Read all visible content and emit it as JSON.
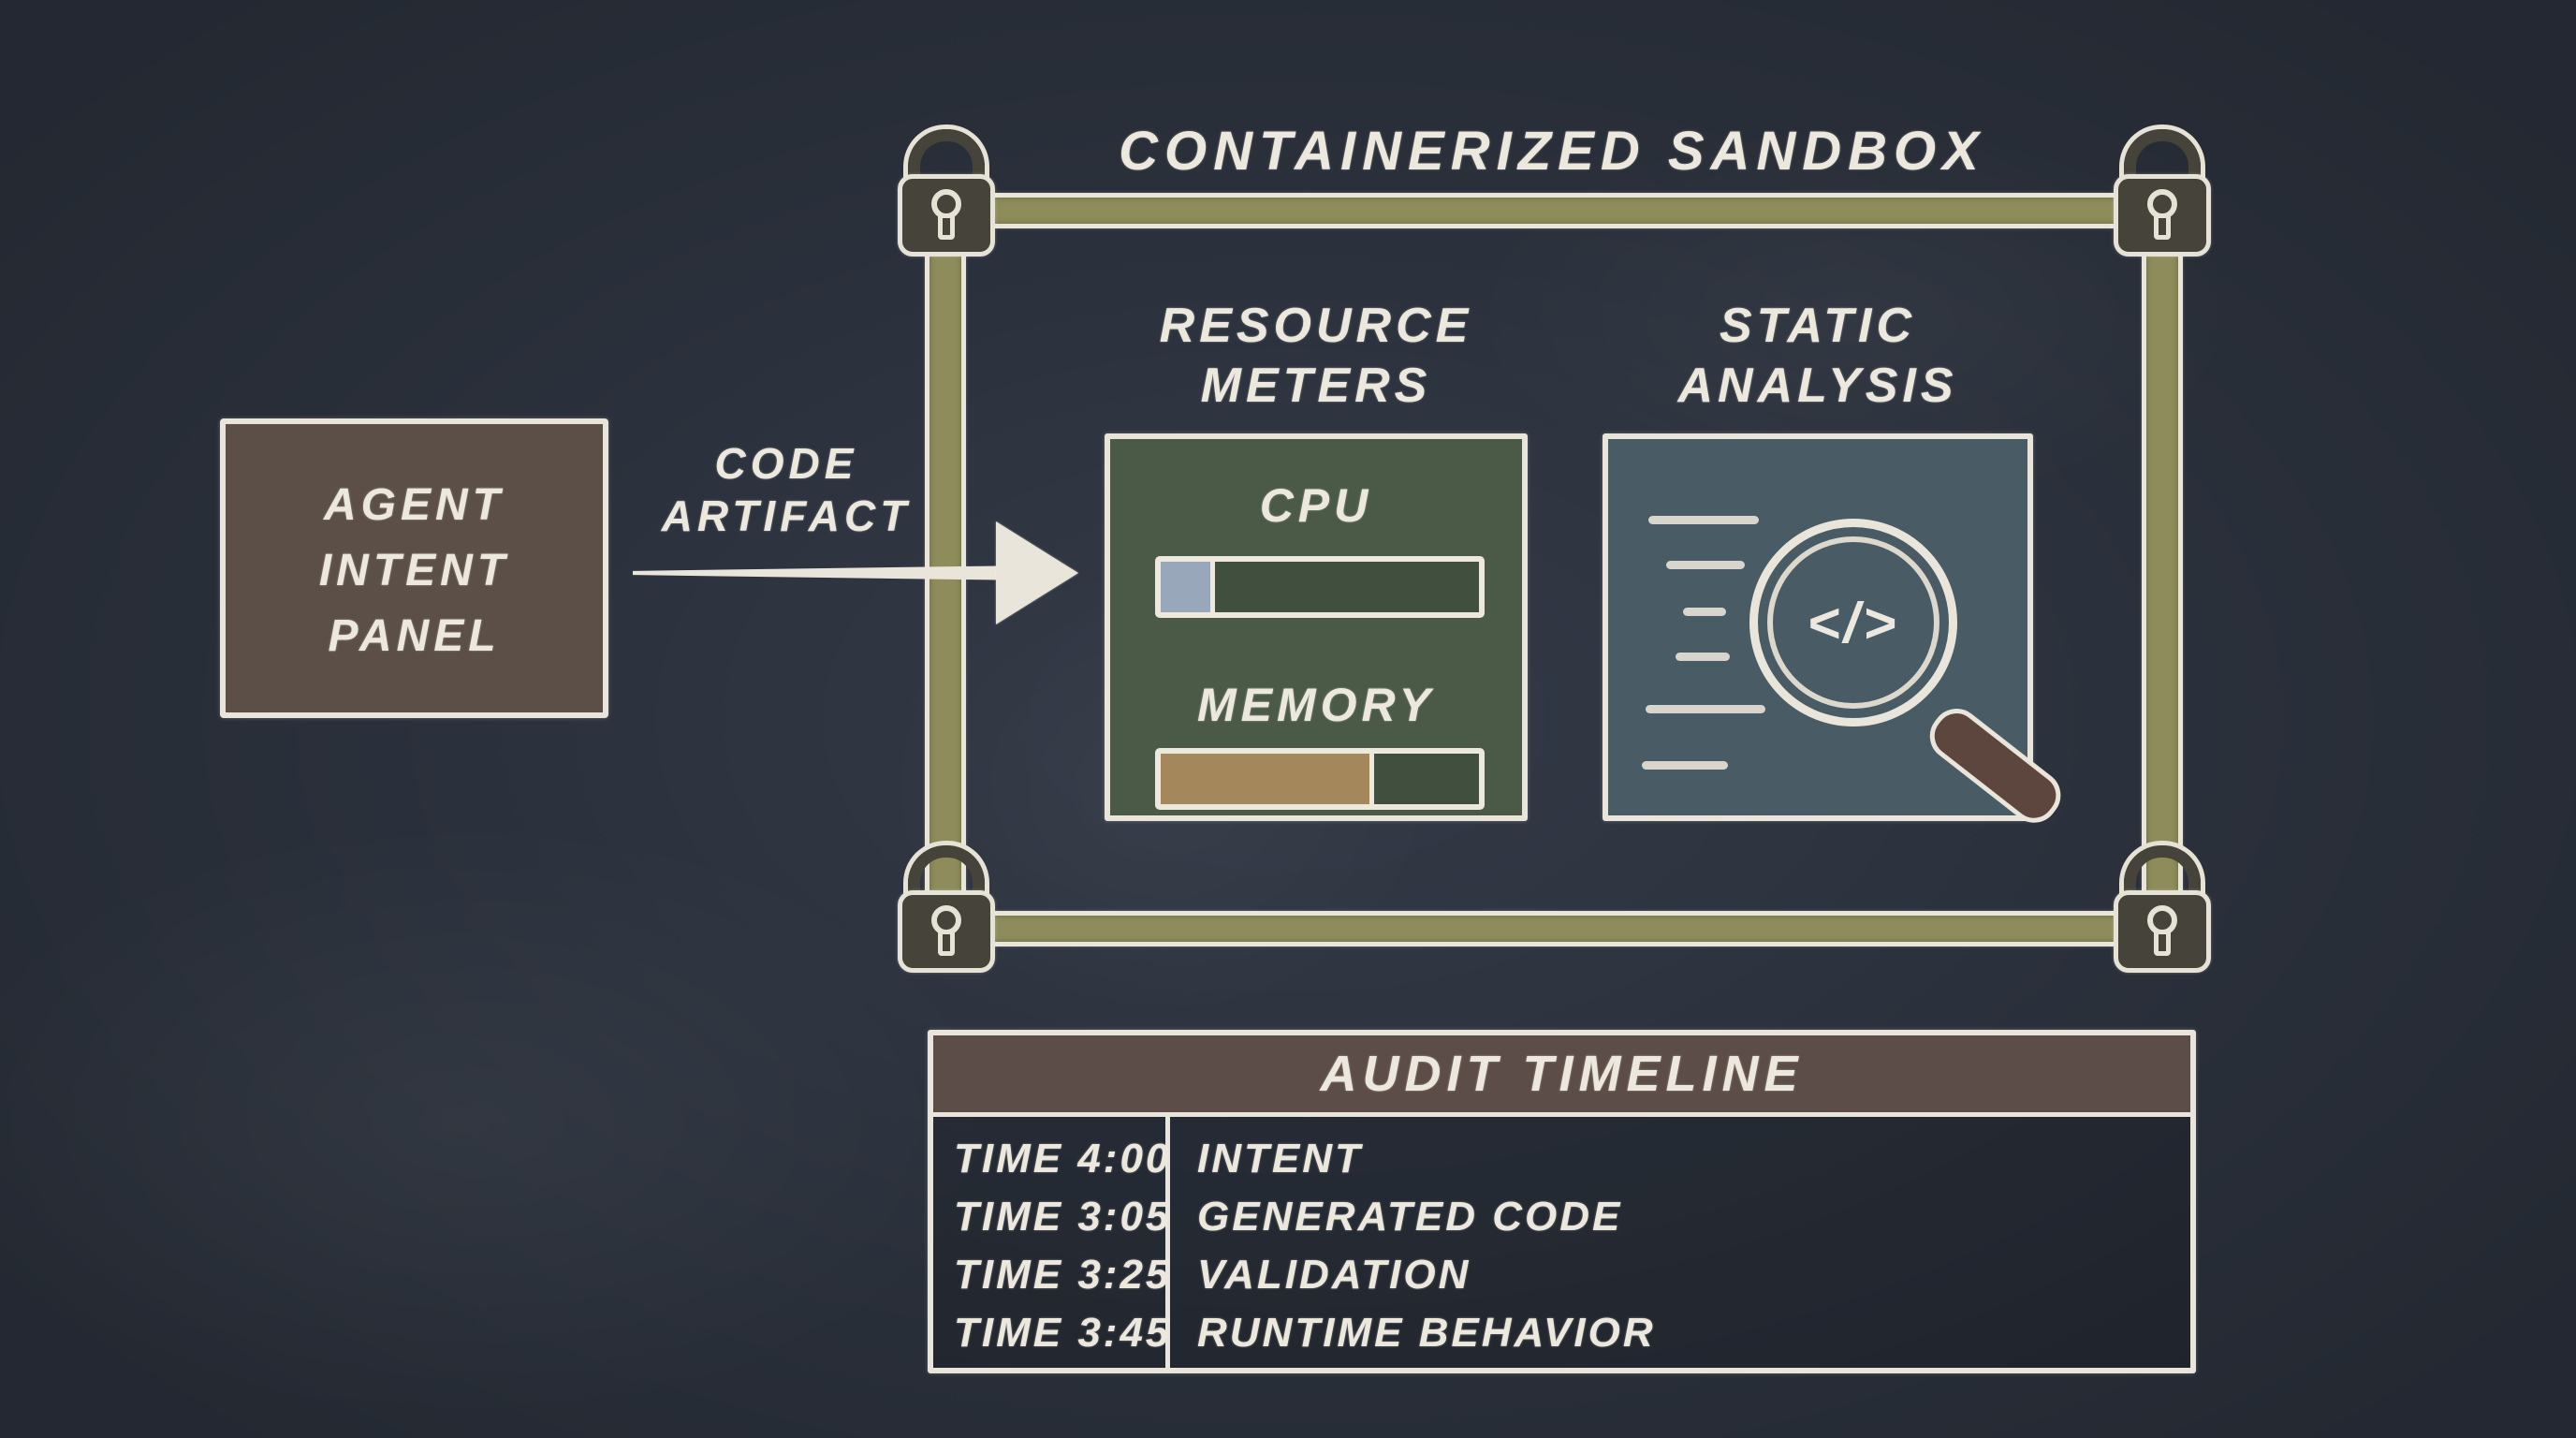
{
  "palette": {
    "board_background": "#333a47",
    "chalk_white": "#ece8dd",
    "frame_olive": "#8d8c5a",
    "lock_body_gray": "#45433a",
    "agent_panel_brown": "#5b4f48",
    "meters_panel_green": "#4a5a47",
    "cpu_fill_blue": "#98a7ba",
    "memory_fill_tan": "#a5875c",
    "analysis_panel_slate": "#495c66",
    "magnifier_handle_brown": "#5c463e",
    "audit_header_brown": "#5d4d48"
  },
  "sandbox": {
    "title": "CONTAINERIZED SANDBOX",
    "corner_lock_icon": "padlock-locked",
    "corner_lock_count": 4
  },
  "agent_panel": {
    "line1": "AGENT",
    "line2": "INTENT",
    "line3": "PANEL"
  },
  "code_artifact": {
    "line1": "CODE",
    "line2": "ARTIFACT",
    "arrow_icon": "chalk-arrow-right"
  },
  "resource_meters": {
    "title_line1": "RESOURCE",
    "title_line2": "METERS",
    "meters": [
      {
        "label": "CPU",
        "percent": 17,
        "fill": "#98a7ba"
      },
      {
        "label": "MEMORY",
        "percent": 67,
        "fill": "#a5875c"
      }
    ]
  },
  "static_analysis": {
    "title_line1": "STATIC",
    "title_line2": "ANALYSIS",
    "icon": "magnifier-code",
    "glyph": "</>"
  },
  "audit_timeline": {
    "title": "AUDIT TIMELINE",
    "rows": [
      {
        "time": "TIME 4:00",
        "event": "INTENT"
      },
      {
        "time": "TIME 3:05",
        "event": "GENERATED CODE"
      },
      {
        "time": "TIME 3:25",
        "event": "VALIDATION"
      },
      {
        "time": "TIME 3:45",
        "event": "RUNTIME BEHAVIOR"
      }
    ]
  }
}
